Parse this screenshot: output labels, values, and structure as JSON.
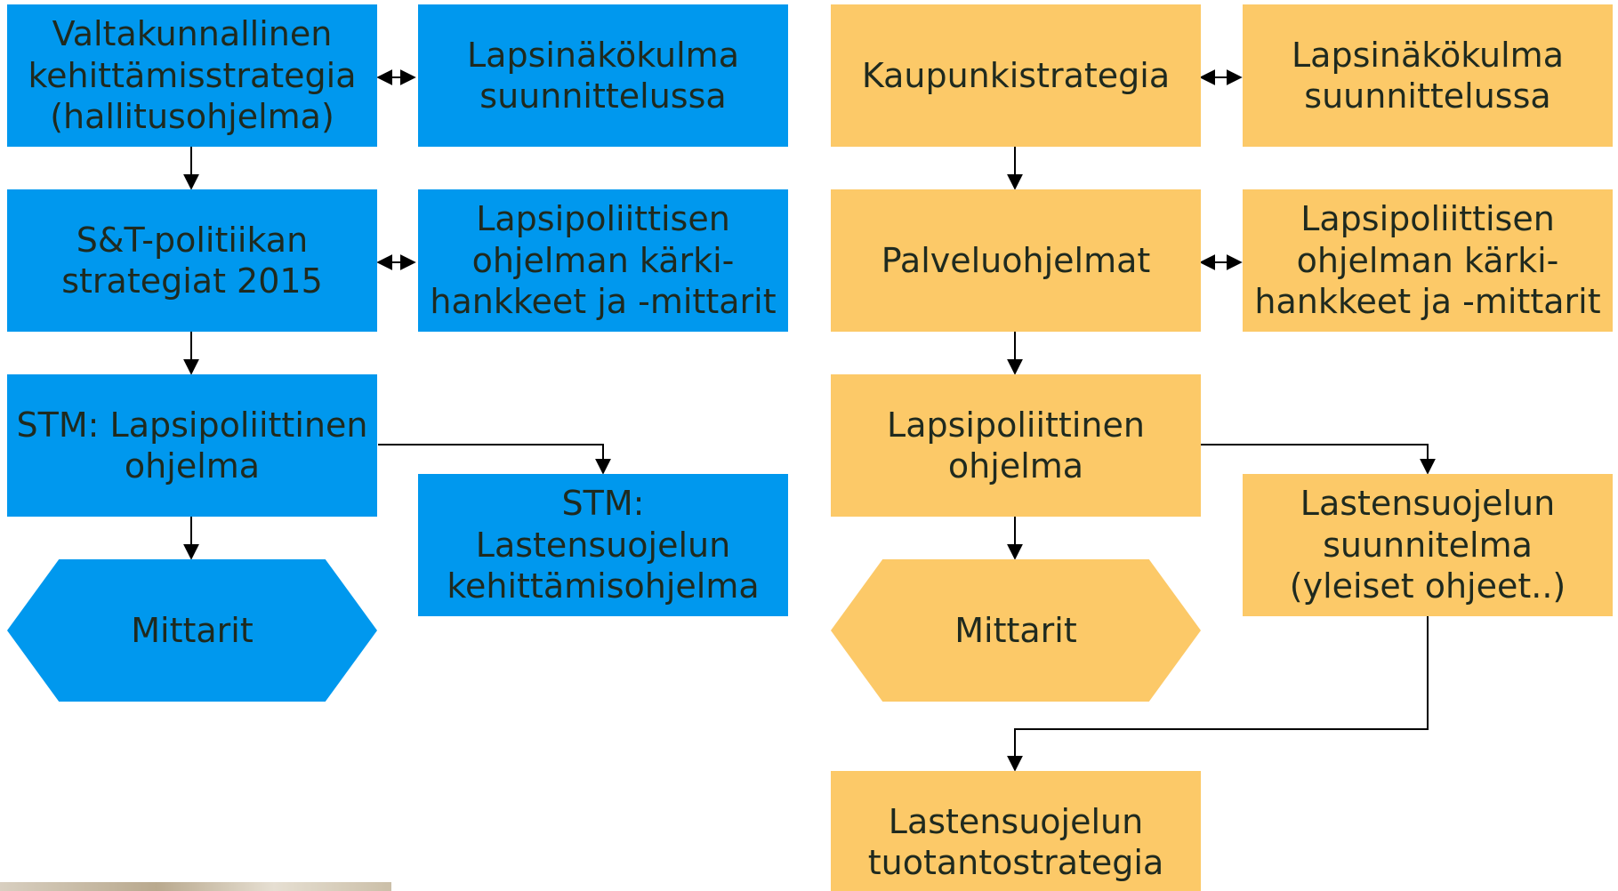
{
  "left": {
    "color": "#0098ee",
    "strategy": [
      "Valtakunnallinen",
      "kehittämisstrategia",
      "(hallitusohjelma)"
    ],
    "lapsinakokulma": [
      "Lapsinäkökulma",
      "suunnittelussa"
    ],
    "st_politiikka": [
      "S&T-politiikan",
      "strategiat 2015"
    ],
    "karkihankkeet": [
      "Lapsipoliittisen",
      "ohjelman kärki-",
      "hankkeet ja -mittarit"
    ],
    "stm_ohjelma": [
      "STM: Lapsipoliittinen",
      "ohjelma"
    ],
    "stm_lastensuojelu": [
      "STM:",
      "Lastensuojelun",
      "kehittämisohjelma"
    ],
    "mittarit": "Mittarit"
  },
  "right": {
    "color": "#fcc968",
    "kaupunkistrategia": "Kaupunkistrategia",
    "lapsinakokulma": [
      "Lapsinäkökulma",
      "suunnittelussa"
    ],
    "palveluohjelmat": "Palveluohjelmat",
    "karkihankkeet": [
      "Lapsipoliittisen",
      "ohjelman kärki-",
      "hankkeet ja -mittarit"
    ],
    "lapsipoliittinen": [
      "Lapsipoliittinen",
      "ohjelma"
    ],
    "lastensuojelun_suunnitelma": [
      "Lastensuojelun",
      "suunnitelma",
      "(yleiset ohjeet..)"
    ],
    "mittarit": "Mittarit",
    "tuotantostrategia": [
      "Lastensuojelun",
      "tuotantostrategia"
    ]
  }
}
